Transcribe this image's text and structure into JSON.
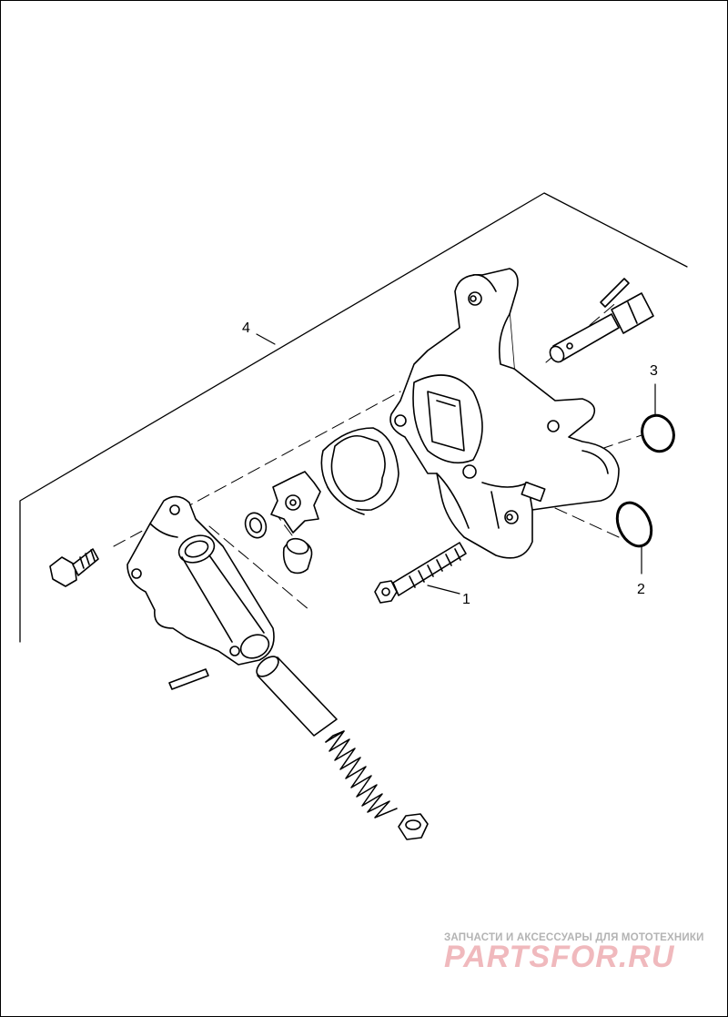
{
  "callouts": {
    "c1": "1",
    "c2": "2",
    "c3": "3",
    "c4": "4"
  },
  "watermark": {
    "caption": "ЗАПЧАСТИ И АКСЕССУАРЫ ДЛЯ МОТОТЕХНИКИ",
    "logo": "PARTSFOR.RU"
  },
  "colors": {
    "line": "#000000",
    "watermark_caption": "#b3b3b3",
    "watermark_logo": "#f0b9bd"
  }
}
